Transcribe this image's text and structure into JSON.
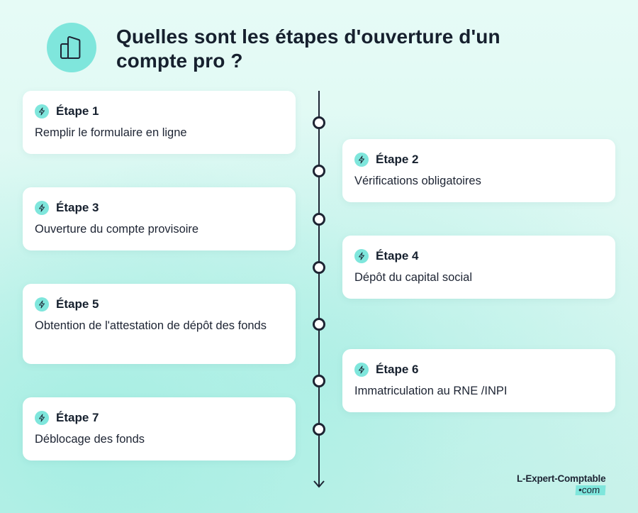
{
  "header": {
    "icon": "building-icon",
    "title": "Quelles sont les étapes d'ouverture d'un compte pro ?"
  },
  "steps": [
    {
      "label": "Étape 1",
      "description": "Remplir le formulaire en ligne",
      "side": "left",
      "icon": "lightning-icon"
    },
    {
      "label": "Étape 2",
      "description": "Vérifications obligatoires",
      "side": "right",
      "icon": "lightning-icon"
    },
    {
      "label": "Étape 3",
      "description": "Ouverture du compte provisoire",
      "side": "left",
      "icon": "lightning-icon"
    },
    {
      "label": "Étape 4",
      "description": "Dépôt du capital social",
      "side": "right",
      "icon": "lightning-icon"
    },
    {
      "label": "Étape 5",
      "description": "Obtention de l'attestation de dépôt des fonds",
      "side": "left",
      "icon": "lightning-icon"
    },
    {
      "label": "Étape 6",
      "description": "Immatriculation au RNE /INPI",
      "side": "right",
      "icon": "lightning-icon"
    },
    {
      "label": "Étape 7",
      "description": "Déblocage des fonds",
      "side": "left",
      "icon": "lightning-icon"
    }
  ],
  "logo": {
    "main": "L-Expert-Comptable",
    "suffix": "•com"
  },
  "colors": {
    "accent": "#7fe6dc",
    "text": "#16202e",
    "card": "#ffffff"
  }
}
